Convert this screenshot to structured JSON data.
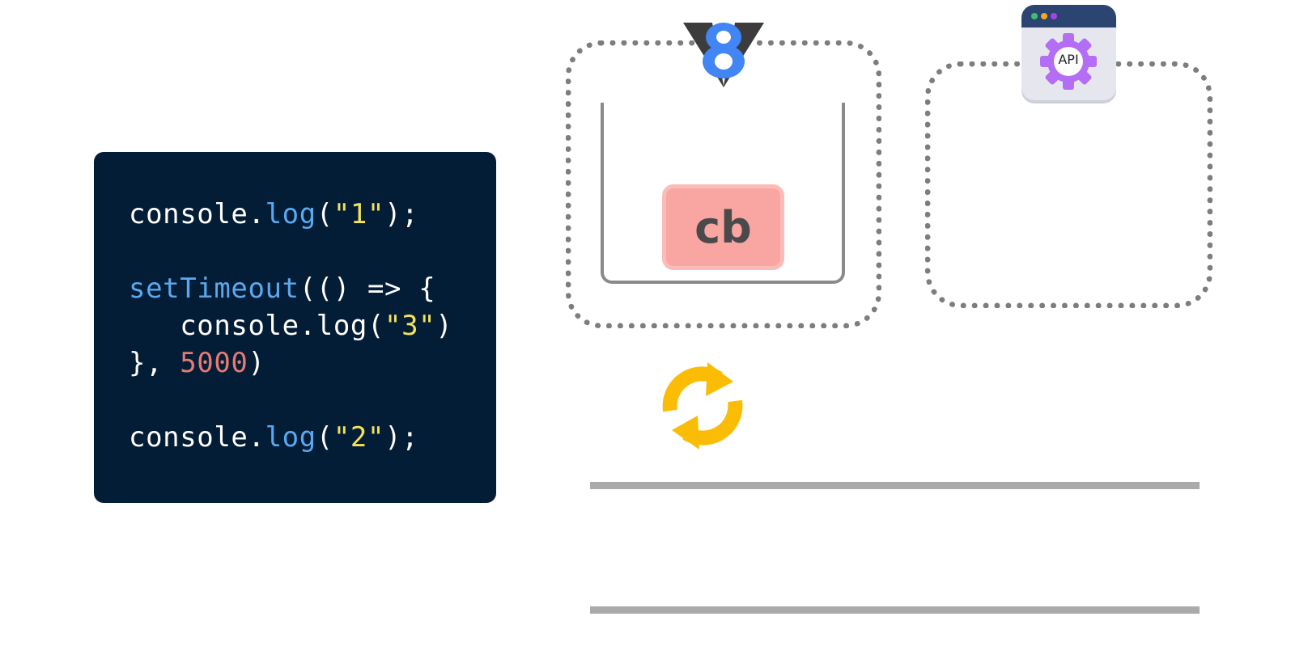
{
  "code": {
    "lines": [
      [
        {
          "t": "console.",
          "c": ""
        },
        {
          "t": "log",
          "c": "fn"
        },
        {
          "t": "(",
          "c": ""
        },
        {
          "t": "\"1\"",
          "c": "str"
        },
        {
          "t": ");",
          "c": ""
        }
      ],
      [],
      [
        {
          "t": "setTimeout",
          "c": "fn"
        },
        {
          "t": "(() => {",
          "c": ""
        }
      ],
      [
        {
          "t": "   console.log(",
          "c": ""
        },
        {
          "t": "\"3\"",
          "c": "str"
        },
        {
          "t": ")",
          "c": ""
        }
      ],
      [
        {
          "t": "}, ",
          "c": ""
        },
        {
          "t": "5000",
          "c": "num"
        },
        {
          "t": ")",
          "c": ""
        }
      ],
      [],
      [
        {
          "t": "console.",
          "c": ""
        },
        {
          "t": "log",
          "c": "fn"
        },
        {
          "t": "(",
          "c": ""
        },
        {
          "t": "\"2\"",
          "c": "str"
        },
        {
          "t": ");",
          "c": ""
        }
      ]
    ]
  },
  "call_stack": {
    "item_label": "cb"
  },
  "engine_logo": {
    "text": "8",
    "icon": "v8-logo-icon"
  },
  "web_api": {
    "label": "API",
    "icon": "api-gear-icon"
  },
  "event_loop": {
    "icon": "refresh-icon"
  },
  "colors": {
    "code_bg": "#041d36",
    "fn": "#5aa9f0",
    "str": "#f2e35a",
    "num": "#e77a73",
    "cb_bg": "#f9a6a3",
    "loop": "#fbbc05",
    "api_gear": "#b36ef5",
    "v8_blue": "#4285f4"
  }
}
